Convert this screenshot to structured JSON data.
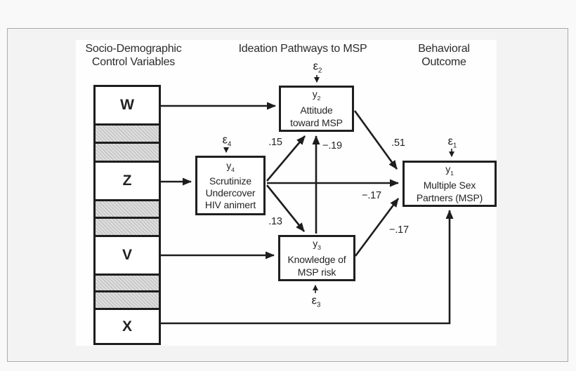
{
  "figure": {
    "headers": {
      "left_line1": "Socio-Demographic",
      "left_line2": "Control Variables",
      "middle": "Ideation Pathways to MSP",
      "right_line1": "Behavioral",
      "right_line2": "Outcome"
    },
    "control_variables": [
      "W",
      "Z",
      "V",
      "X"
    ],
    "latent_boxes": {
      "y2": {
        "id_base": "y",
        "id_sub": "2",
        "line1": "Attitude",
        "line2": "toward MSP"
      },
      "y4": {
        "id_base": "y",
        "id_sub": "4",
        "line1": "Scrutinize",
        "line2": "Undercover",
        "line3": "HIV animert"
      },
      "y3": {
        "id_base": "y",
        "id_sub": "3",
        "line1": "Knowledge of",
        "line2": "MSP risk"
      },
      "y1": {
        "id_base": "y",
        "id_sub": "1",
        "line1": "Multiple Sex",
        "line2": "Partners (MSP)"
      }
    },
    "error_terms": {
      "e1": {
        "base": "ε",
        "sub": "1"
      },
      "e2": {
        "base": "ε",
        "sub": "2"
      },
      "e3": {
        "base": "ε",
        "sub": "3"
      },
      "e4": {
        "base": "ε",
        "sub": "4"
      }
    },
    "path_coefficients": {
      "y4_to_y2": ".15",
      "y4_to_y3": ".13",
      "y3_to_y2": "−.19",
      "y2_to_y1": ".51",
      "y4_to_y1": "−.17",
      "y3_to_y1": "−.17"
    },
    "colors": {
      "line": "#1d1d1d",
      "text": "#2a2a2a",
      "frame_border": "#ababab",
      "frame_fill": "#f2f3f2",
      "canvas_bg": "#fefefe",
      "hatch_gray": "#c4c4c4"
    }
  }
}
